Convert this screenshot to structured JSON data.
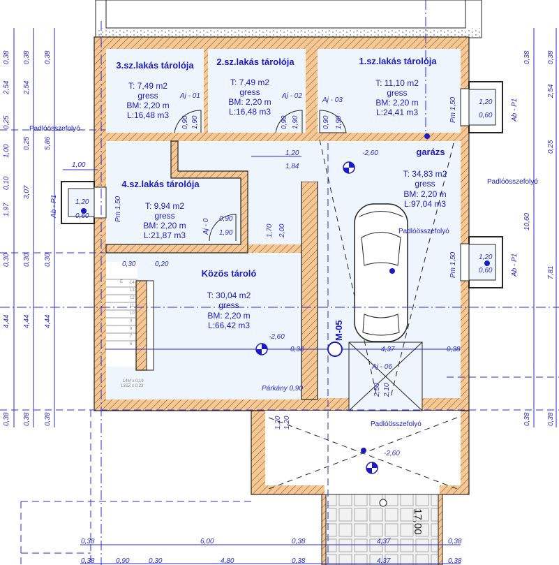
{
  "rooms": {
    "r3": {
      "name": "3.sz.lakás tárolója",
      "area": "T: 7,49 m2",
      "floor": "gress",
      "height": "BM: 2,20 m",
      "volume": "L:16,48 m3"
    },
    "r2": {
      "name": "2.sz.lakás tárolója",
      "area": "T: 7,49 m2",
      "floor": "gress",
      "height": "BM: 2,20 m",
      "volume": "L:16,48 m3"
    },
    "r1": {
      "name": "1.sz.lakás tárolója",
      "area": "T: 11,10 m2",
      "floor": "gress",
      "height": "BM: 2,20 m",
      "volume": "L:24,41 m3"
    },
    "r4": {
      "name": "4.sz.lakás tárolója",
      "area": "T: 9,94 m2",
      "floor": "gress",
      "height": "BM: 2,20 m",
      "volume": "L:21,87 m3"
    },
    "common": {
      "name": "Közös tároló",
      "area": "T: 30,04 m2",
      "floor": "gress",
      "height": "BM: 2,20 m",
      "volume": "L:66,42 m3"
    },
    "garage": {
      "name": "garázs",
      "area": "T: 34,83 m2",
      "floor": "gress",
      "height": "BM: 2,20 m",
      "volume": "L:97,04 m3"
    }
  },
  "labels": {
    "doors": [
      "Aj - 01",
      "Aj - 02",
      "Aj - 03",
      "Aj - 0",
      "Aj - 06"
    ],
    "garage_door": "M-05",
    "drain": "Padlóösszefolyó",
    "lightwell": "Ab - P1",
    "window": "Pm 1,50",
    "sill": "Párkány 0,90",
    "level": "-2,60",
    "stair_rise": "14M x 0,19",
    "stair_tread": "13SZ x 0,23",
    "stair_steps": [
      "14",
      "13",
      "12",
      "11",
      "10",
      "9",
      "8",
      "7",
      "6"
    ],
    "stair_end": "E",
    "total_length": "17,00"
  },
  "dims": {
    "left_a": [
      "0,38",
      "2,54",
      "0,25",
      "1,00",
      "0,10",
      "1,97",
      "0,30",
      "4,44",
      "0,38"
    ],
    "left_b": [
      "0,38",
      "2,54",
      "0,25",
      "3,07",
      "0,30",
      "4,44",
      "0,38"
    ],
    "left_c": [
      "0,38",
      "5,86",
      "0,30",
      "4,44",
      "0,38"
    ],
    "right_a": [
      "0,38",
      "10,60",
      "0,38"
    ],
    "right_b": [
      "0,38",
      "2,54",
      "0,25",
      "7,81",
      "0,38"
    ],
    "bottom_a": [
      "0,38",
      "6,00",
      "0,38",
      "4,37",
      "0,38"
    ],
    "bottom_b": [
      "0,38",
      "0,90",
      "0,30",
      "4,80",
      "0,38",
      "4,37",
      "0,38"
    ],
    "door_w": "0,90",
    "door_h": "1,90",
    "door3_h": "1,90",
    "opening_w": "1,20",
    "opening_h": "1,84",
    "lw_w": "1,20",
    "lw_d": "0,60",
    "lw_len": "1,00",
    "h170": "1,70",
    "h200": "2,00",
    "stair_w": "0,30",
    "stair_gap": "0,20",
    "gar_side": "0,38",
    "gar_door_w": "4,37",
    "gar_door_h1": "2,50",
    "gar_door_h2": "2,10",
    "ramp_1": "1,20",
    "ramp_2": "1,20"
  }
}
